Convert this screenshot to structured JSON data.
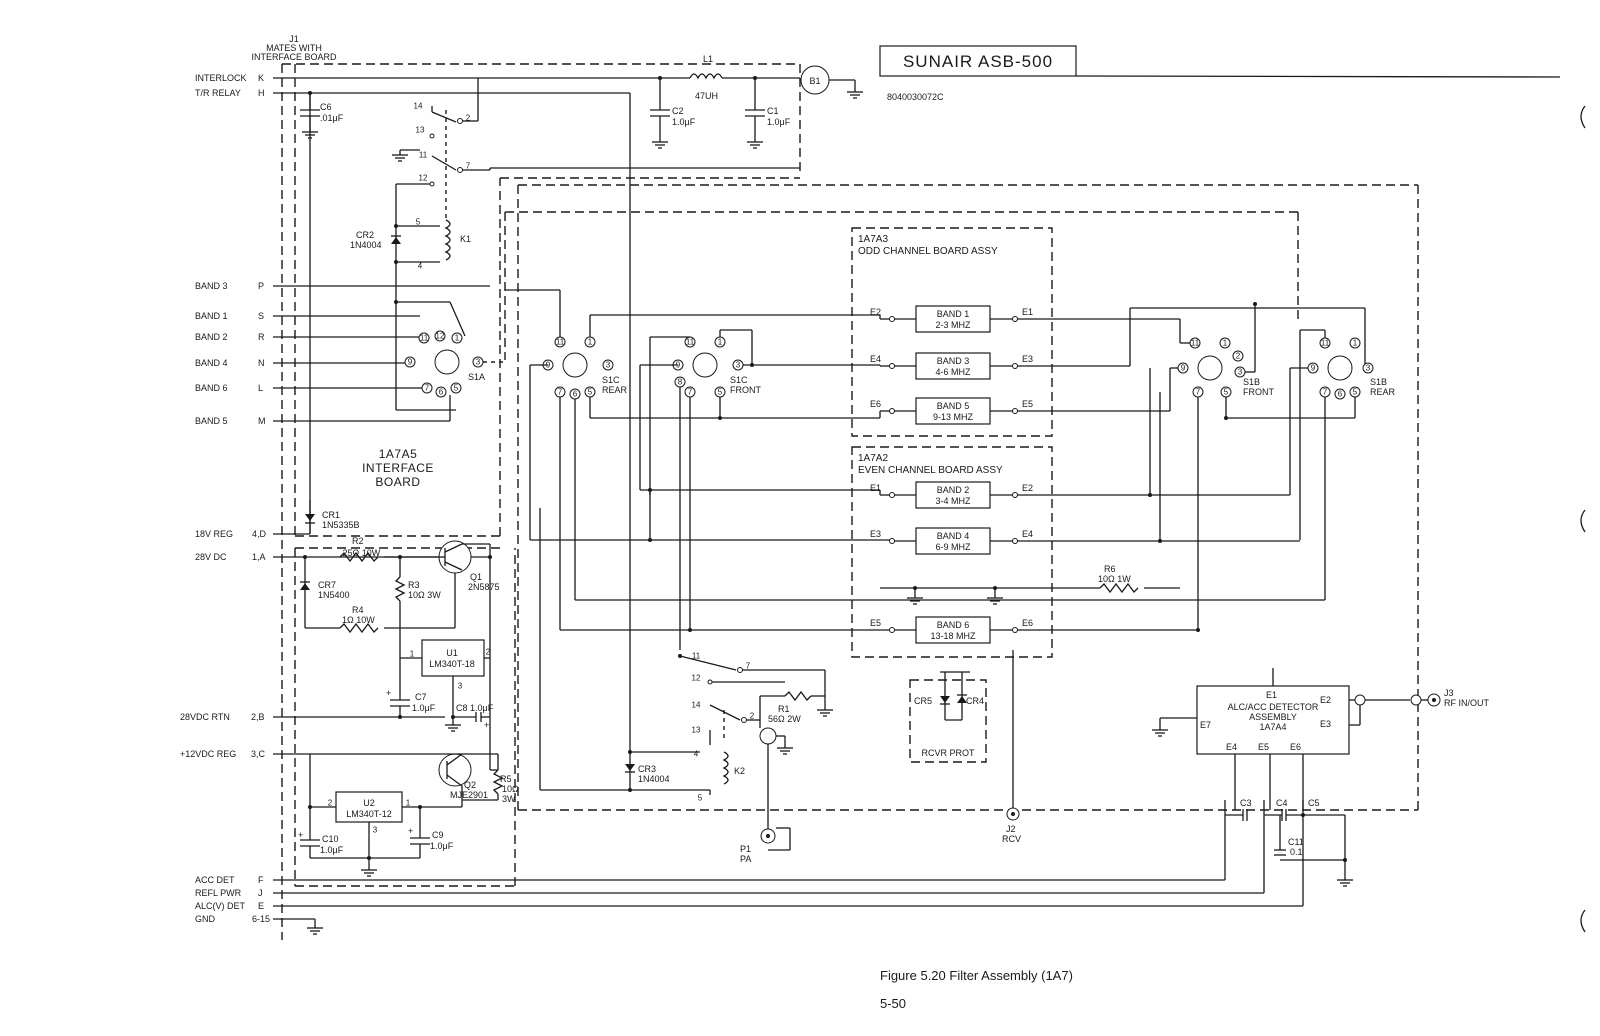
{
  "title": "SUNAIR ASB-500",
  "drawing_number": "8040030072C",
  "caption": "Figure 5.20 Filter Assembly (1A7)",
  "page_number": "5-50",
  "connector_header": [
    "J1",
    "MATES WITH",
    "INTERFACE BOARD"
  ],
  "left_connector_pins": [
    {
      "name": "INTERLOCK",
      "pin": "K"
    },
    {
      "name": "T/R RELAY",
      "pin": "H"
    },
    {
      "name": "BAND 3",
      "pin": "P"
    },
    {
      "name": "BAND 1",
      "pin": "S"
    },
    {
      "name": "BAND 2",
      "pin": "R"
    },
    {
      "name": "BAND 4",
      "pin": "N"
    },
    {
      "name": "BAND 6",
      "pin": "L"
    },
    {
      "name": "BAND 5",
      "pin": "M"
    },
    {
      "name": "18V REG",
      "pin": "4,D"
    },
    {
      "name": "28V DC",
      "pin": "1,A"
    },
    {
      "name": "28VDC RTN",
      "pin": "2,B"
    },
    {
      "name": "+12VDC REG",
      "pin": "3,C"
    },
    {
      "name": "ACC DET",
      "pin": "F"
    },
    {
      "name": "REFL PWR",
      "pin": "J"
    },
    {
      "name": "ALC(V) DET",
      "pin": "E"
    },
    {
      "name": "GND",
      "pin": "6-15"
    }
  ],
  "interface_board": [
    "1A7A5",
    "INTERFACE",
    "BOARD"
  ],
  "odd_board": {
    "ref": "1A7A3",
    "name": "ODD CHANNEL BOARD ASSY",
    "filters": [
      {
        "band": "BAND 1",
        "range": "2-3 MHZ",
        "in": "E2",
        "out": "E1"
      },
      {
        "band": "BAND 3",
        "range": "4-6 MHZ",
        "in": "E4",
        "out": "E3"
      },
      {
        "band": "BAND 5",
        "range": "9-13 MHZ",
        "in": "E6",
        "out": "E5"
      }
    ]
  },
  "even_board": {
    "ref": "1A7A2",
    "name": "EVEN CHANNEL BOARD ASSY",
    "filters": [
      {
        "band": "BAND 2",
        "range": "3-4 MHZ",
        "in": "E1",
        "out": "E2"
      },
      {
        "band": "BAND 4",
        "range": "6-9 MHZ",
        "in": "E3",
        "out": "E4"
      },
      {
        "band": "BAND 6",
        "range": "13-18 MHZ",
        "in": "E5",
        "out": "E6"
      }
    ]
  },
  "switches": {
    "s1a": "S1A",
    "s1c_rear": [
      "S1C",
      "REAR"
    ],
    "s1c_front": [
      "S1C",
      "FRONT"
    ],
    "s1b_front": [
      "S1B",
      "FRONT"
    ],
    "s1b_rear": [
      "S1B",
      "REAR"
    ]
  },
  "components": {
    "b1": "B1",
    "l1": [
      "L1",
      "47UH"
    ],
    "c1": [
      "C1",
      "1.0μF"
    ],
    "c2": [
      "C2",
      "1.0μF"
    ],
    "c6": [
      "C6",
      ".01μF"
    ],
    "k1": "K1",
    "cr2": [
      "CR2",
      "1N4004"
    ],
    "cr1": [
      "CR1",
      "1N5335B"
    ],
    "r2": [
      "R2",
      ".25Ω 10W"
    ],
    "q1": [
      "Q1",
      "2N5875"
    ],
    "cr7": [
      "CR7",
      "1N5400"
    ],
    "r3": [
      "R3",
      "10Ω 3W"
    ],
    "r4": [
      "R4",
      "1Ω 10W"
    ],
    "u1": [
      "U1",
      "LM340T-18"
    ],
    "c7": [
      "C7",
      "1.0μF"
    ],
    "c8": "C8 1.0μF",
    "q2": [
      "Q2",
      "MJE2901"
    ],
    "r5": [
      "R5",
      "10Ω",
      "3W"
    ],
    "u2": [
      "U2",
      "LM340T-12"
    ],
    "c9": [
      "C9",
      "1.0μF"
    ],
    "c10": [
      "C10",
      "1.0μF"
    ],
    "r1": [
      "R1",
      "56Ω 2W"
    ],
    "k2": "K2",
    "cr3": [
      "CR3",
      "1N4004"
    ],
    "r6": [
      "R6",
      "10Ω 1W"
    ],
    "cr5": "CR5",
    "cr4": "CR4",
    "rcvr_prot": "RCVR PROT",
    "c3": "C3",
    "c4": "C4",
    "c5": "C5",
    "c11": [
      "C11",
      "0.1"
    ],
    "p1": [
      "P1",
      "PA"
    ],
    "j2": [
      "J2",
      "RCV"
    ],
    "j3": [
      "J3",
      "RF IN/OUT"
    ]
  },
  "detector": {
    "lines": [
      "ALC/ACC DETECTOR",
      "ASSEMBLY",
      "1A7A4"
    ],
    "pins": {
      "e1": "E1",
      "e2": "E2",
      "e3": "E3",
      "e4": "E4",
      "e5": "E5",
      "e6": "E6",
      "e7": "E7"
    }
  },
  "relay_pins": {
    "k1": [
      "14",
      "13",
      "2",
      "11",
      "7",
      "12",
      "5",
      "4"
    ],
    "k2": [
      "11",
      "7",
      "12",
      "14",
      "2",
      "13",
      "4",
      "5"
    ]
  }
}
